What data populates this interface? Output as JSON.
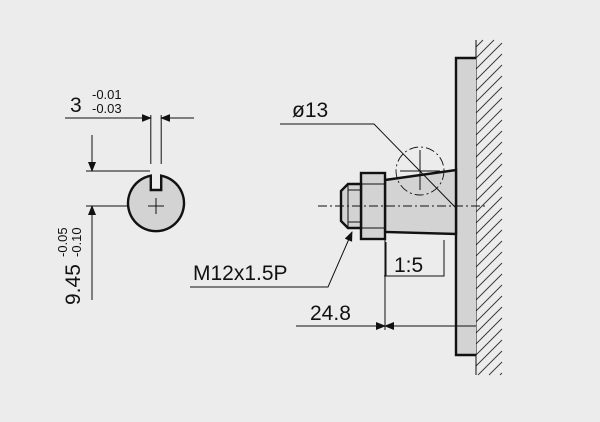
{
  "drawing": {
    "keyway_width": {
      "nominal": "3",
      "upper": "-0.01",
      "lower": "-0.03"
    },
    "key_depth": {
      "nominal": "9.45",
      "upper": "-0.05",
      "lower": "-0.10"
    },
    "shaft_diameter": "ø13",
    "thread_spec": "M12x1.5P",
    "taper_ratio": "1:5",
    "shaft_length": "24.8"
  },
  "colors": {
    "background": "#ececec",
    "part_fill": "#d3d3d3",
    "line": "#111111"
  }
}
